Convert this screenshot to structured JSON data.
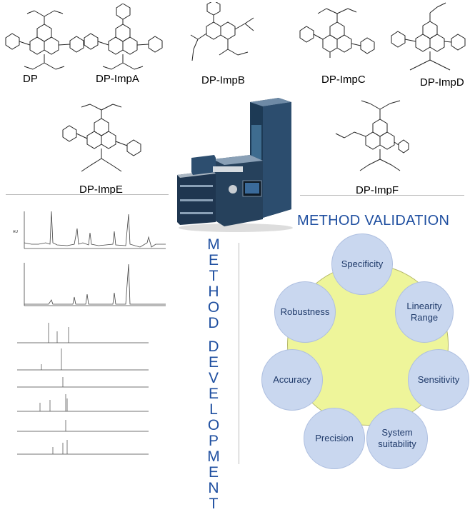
{
  "structures": [
    {
      "id": "dp",
      "label": "DP"
    },
    {
      "id": "dp-impa",
      "label": "DP-ImpA"
    },
    {
      "id": "dp-impb",
      "label": "DP-ImpB"
    },
    {
      "id": "dp-impc",
      "label": "DP-ImpC"
    },
    {
      "id": "dp-impd",
      "label": "DP-ImpD"
    },
    {
      "id": "dp-impe",
      "label": "DP-ImpE"
    },
    {
      "id": "dp-impf",
      "label": "DP-ImpF"
    }
  ],
  "method_development": [
    "M",
    "E",
    "T",
    "H",
    "O",
    "D",
    "",
    "D",
    "E",
    "V",
    "E",
    "L",
    "O",
    "P",
    "M",
    "E",
    "N",
    "T"
  ],
  "validation": {
    "title": "METHOD VALIDATION",
    "items": [
      {
        "label": "Specificity"
      },
      {
        "label": "Linearity Range"
      },
      {
        "label": "Sensitivity"
      },
      {
        "label": "System suitability"
      },
      {
        "label": "Precision"
      },
      {
        "label": "Accuracy"
      },
      {
        "label": "Robustness"
      }
    ]
  },
  "colors": {
    "accent": "#1f4fa0",
    "bubble": "#c9d7ef",
    "circle": "#eef59a"
  }
}
